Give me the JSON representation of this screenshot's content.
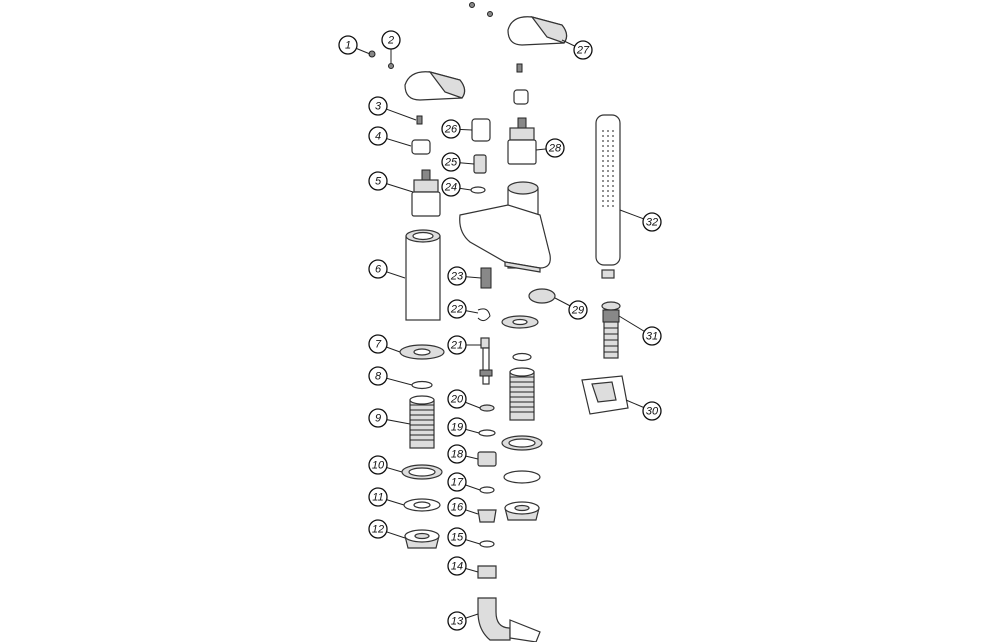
{
  "diagram": {
    "type": "exploded parts diagram",
    "part_labels": [
      "1",
      "2",
      "3",
      "4",
      "5",
      "6",
      "7",
      "8",
      "9",
      "10",
      "11",
      "12",
      "13",
      "14",
      "15",
      "16",
      "17",
      "18",
      "19",
      "20",
      "21",
      "22",
      "23",
      "24",
      "25",
      "26",
      "27",
      "28",
      "29",
      "30",
      "31",
      "32"
    ]
  }
}
